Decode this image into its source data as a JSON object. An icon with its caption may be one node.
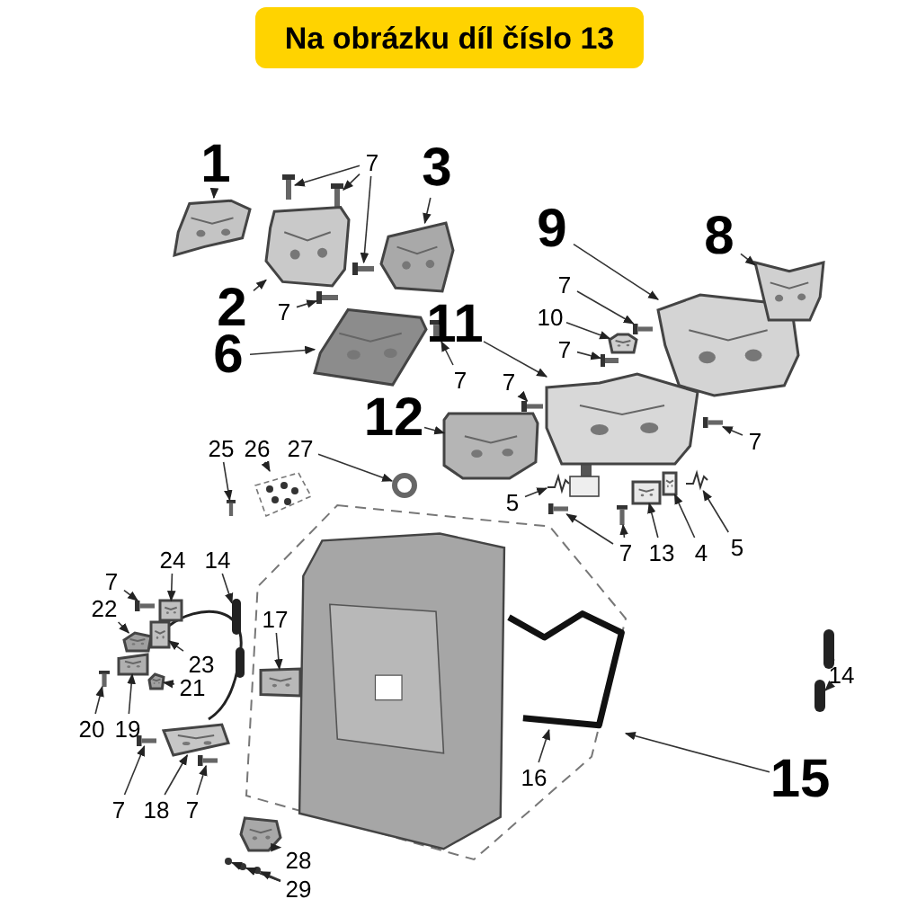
{
  "diagram": {
    "title": "Na obrázku díl číslo 13",
    "nodes": [
      {
        "text": [
          "1"
        ]
      },
      {
        "text": [],
        "shape": "picture"
      },
      {
        "text": [
          "7"
        ]
      },
      {
        "text": [],
        "shape": "picture"
      },
      {
        "text": [],
        "shape": "picture"
      },
      {
        "text": [
          "2"
        ]
      },
      {
        "text": [],
        "shape": "picture"
      },
      {
        "text": [],
        "shape": "picture"
      },
      {
        "text": [
          "3"
        ]
      },
      {
        "text": [],
        "shape": "picture"
      },
      {
        "text": [
          "7"
        ]
      },
      {
        "text": [],
        "shape": "picture"
      },
      {
        "text": [
          "6"
        ]
      },
      {
        "text": [],
        "shape": "picture"
      },
      {
        "text": [
          "7"
        ]
      },
      {
        "text": [],
        "shape": "picture"
      },
      {
        "text": [
          "9"
        ]
      },
      {
        "text": [],
        "shape": "picture"
      },
      {
        "text": [
          "8"
        ]
      },
      {
        "text": [],
        "shape": "picture"
      },
      {
        "text": [
          "7"
        ]
      },
      {
        "text": [],
        "shape": "picture"
      },
      {
        "text": [
          "10"
        ]
      },
      {
        "text": [],
        "shape": "picture"
      },
      {
        "text": [
          "7"
        ]
      },
      {
        "text": [],
        "shape": "picture"
      },
      {
        "text": [
          "11"
        ]
      },
      {
        "text": [],
        "shape": "picture"
      },
      {
        "text": [
          "7"
        ]
      },
      {
        "text": [],
        "shape": "picture"
      },
      {
        "text": [
          "7"
        ]
      },
      {
        "text": [],
        "shape": "picture"
      },
      {
        "text": [
          "12"
        ]
      },
      {
        "text": [],
        "shape": "picture"
      },
      {
        "text": [
          "5"
        ]
      },
      {
        "text": [],
        "shape": "picture"
      },
      {
        "text": [
          "7"
        ]
      },
      {
        "text": [],
        "shape": "picture"
      },
      {
        "text": [],
        "shape": "picture"
      },
      {
        "text": [
          "13"
        ]
      },
      {
        "text": [],
        "shape": "picture"
      },
      {
        "text": [
          "4"
        ]
      },
      {
        "text": [],
        "shape": "picture"
      },
      {
        "text": [
          "5"
        ]
      },
      {
        "text": [],
        "shape": "picture"
      },
      {
        "text": [
          "25"
        ]
      },
      {
        "text": [],
        "shape": "picture"
      },
      {
        "text": [
          "26"
        ]
      },
      {
        "text": [],
        "shape": "picture"
      },
      {
        "text": [
          "27"
        ]
      },
      {
        "text": [],
        "shape": "circle"
      },
      {
        "text": [
          "24"
        ]
      },
      {
        "text": [],
        "shape": "picture"
      },
      {
        "text": [
          "7"
        ]
      },
      {
        "text": [],
        "shape": "picture"
      },
      {
        "text": [
          "22"
        ]
      },
      {
        "text": [],
        "shape": "picture"
      },
      {
        "text": [
          "23"
        ]
      },
      {
        "text": [],
        "shape": "picture"
      },
      {
        "text": [
          "21"
        ]
      },
      {
        "text": [],
        "shape": "picture"
      },
      {
        "text": [
          "20"
        ]
      },
      {
        "text": [],
        "shape": "picture"
      },
      {
        "text": [
          "19"
        ]
      },
      {
        "text": [],
        "shape": "picture"
      },
      {
        "text": [
          "14"
        ]
      },
      {
        "text": [],
        "shape": "bar"
      },
      {
        "text": [],
        "shape": "bar"
      },
      {
        "text": [
          "18"
        ]
      },
      {
        "text": [],
        "shape": "picture"
      },
      {
        "text": [
          "7"
        ]
      },
      {
        "text": [],
        "shape": "picture"
      },
      {
        "text": [
          "7"
        ]
      },
      {
        "text": [],
        "shape": "picture"
      },
      {
        "text": [],
        "shape": "picture"
      },
      {
        "text": [
          "17"
        ],
        "in": 74
      },
      {
        "text": [],
        "shape": "picture",
        "in": 74
      },
      {
        "text": [
          "16"
        ],
        "in": 74
      },
      {
        "text": [],
        "shape": "picture",
        "in": 74
      },
      {
        "text": [
          "15"
        ]
      },
      {
        "text": [
          "14"
        ]
      },
      {
        "text": [],
        "shape": "bar"
      },
      {
        "text": [],
        "shape": "bar"
      },
      {
        "text": [
          "28"
        ]
      },
      {
        "text": [],
        "shape": "picture"
      },
      {
        "text": [
          "29"
        ]
      },
      {
        "text": [],
        "shape": "circle"
      },
      {
        "text": [],
        "shape": "circle"
      },
      {
        "text": [],
        "shape": "circle"
      }
    ],
    "edges": [
      {
        "from": 0,
        "to": 1,
        "arrow": "to"
      },
      {
        "from": 2,
        "to": 3,
        "arrow": "to"
      },
      {
        "from": 2,
        "to": 4,
        "arrow": "to"
      },
      {
        "from": 2,
        "to": 7,
        "arrow": "to"
      },
      {
        "from": 5,
        "to": 6,
        "arrow": "to"
      },
      {
        "from": 8,
        "to": 9,
        "arrow": "to"
      },
      {
        "from": 10,
        "to": 11,
        "arrow": "to"
      },
      {
        "from": 12,
        "to": 13,
        "arrow": "to"
      },
      {
        "from": 14,
        "to": 15,
        "arrow": "to"
      },
      {
        "from": 16,
        "to": 17,
        "arrow": "to"
      },
      {
        "from": 18,
        "to": 19,
        "arrow": "to"
      },
      {
        "from": 20,
        "to": 21,
        "arrow": "to"
      },
      {
        "from": 22,
        "to": 23,
        "arrow": "to"
      },
      {
        "from": 24,
        "to": 25,
        "arrow": "to"
      },
      {
        "from": 26,
        "to": 27,
        "arrow": "to"
      },
      {
        "from": 28,
        "to": 29,
        "arrow": "to"
      },
      {
        "from": 30,
        "to": 31,
        "arrow": "to"
      },
      {
        "from": 32,
        "to": 33,
        "arrow": "to"
      },
      {
        "from": 34,
        "to": 35,
        "arrow": "to"
      },
      {
        "from": 36,
        "to": 37,
        "arrow": "to"
      },
      {
        "from": 36,
        "to": 38,
        "arrow": "to"
      },
      {
        "from": 39,
        "to": 40,
        "arrow": "to"
      },
      {
        "from": 41,
        "to": 42,
        "arrow": "to"
      },
      {
        "from": 43,
        "to": 44,
        "arrow": "to"
      },
      {
        "from": 45,
        "to": 46,
        "arrow": "to"
      },
      {
        "from": 47,
        "to": 48,
        "arrow": "to"
      },
      {
        "from": 49,
        "to": 50,
        "arrow": "to"
      },
      {
        "from": 51,
        "to": 52,
        "arrow": "to"
      },
      {
        "from": 53,
        "to": 54,
        "arrow": "to"
      },
      {
        "from": 55,
        "to": 56,
        "arrow": "to"
      },
      {
        "from": 57,
        "to": 58,
        "arrow": "to"
      },
      {
        "from": 59,
        "to": 60,
        "arrow": "to"
      },
      {
        "from": 61,
        "to": 62,
        "arrow": "to"
      },
      {
        "from": 63,
        "to": 64,
        "arrow": "to"
      },
      {
        "from": 65,
        "to": 66,
        "arrow": "to"
      },
      {
        "from": 68,
        "to": 69,
        "arrow": "to"
      },
      {
        "from": 70,
        "to": 71,
        "arrow": "to"
      },
      {
        "from": 72,
        "to": 73,
        "arrow": "to"
      },
      {
        "from": 75,
        "to": 76,
        "arrow": "to"
      },
      {
        "from": 77,
        "to": 78,
        "arrow": "to"
      },
      {
        "from": 79,
        "to": 74,
        "arrow": "to"
      },
      {
        "from": 80,
        "to": 81,
        "arrow": "to"
      },
      {
        "from": 80,
        "to": 82,
        "arrow": "to"
      },
      {
        "from": 83,
        "to": 84,
        "arrow": "to"
      },
      {
        "from": 85,
        "to": 86,
        "arrow": "to"
      },
      {
        "from": 85,
        "to": 87,
        "arrow": "to"
      },
      {
        "from": 85,
        "to": 88,
        "arrow": "to"
      }
    ]
  }
}
